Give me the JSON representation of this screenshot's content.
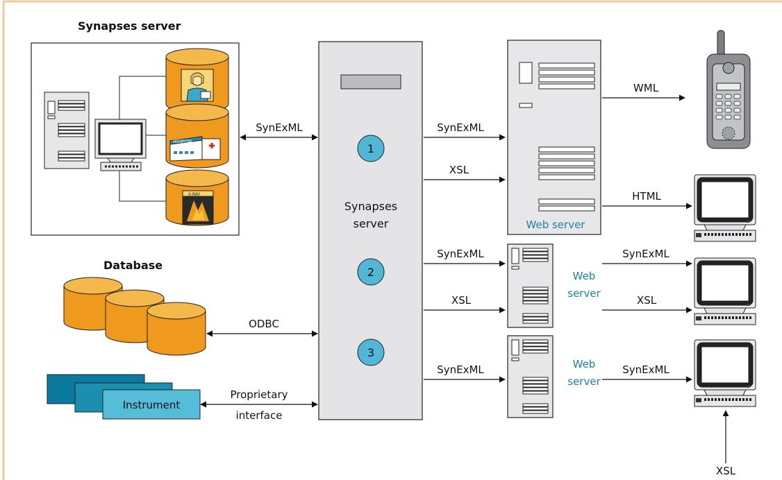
{
  "labels": {
    "synapses_server_title": "Synapses server",
    "database_title": "Database",
    "central_server_line1": "Synapses",
    "central_server_line2": "server",
    "instrument": "Instrument",
    "web_server_1": "Web server",
    "web_server_2_line1": "Web",
    "web_server_2_line2": "server",
    "web_server_3_line1": "Web",
    "web_server_3_line2": "server",
    "step_1": "1",
    "step_2": "2",
    "step_3": "3",
    "hospital": "HOSPITAL",
    "xray": "X-RAY"
  },
  "connections": {
    "synexml_left": "SynExML",
    "odbc": "ODBC",
    "proprietary_line1": "Proprietary",
    "proprietary_line2": "interface",
    "c1_synexml": "SynExML",
    "c1_xsl": "XSL",
    "c2_synexml": "SynExML",
    "c2_xsl": "XSL",
    "c3_synexml": "SynExML",
    "wml": "WML",
    "html": "HTML",
    "out2_synexml": "SynExML",
    "out2_xsl": "XSL",
    "out3_synexml": "SynExML",
    "out3_xsl": "XSL"
  },
  "colors": {
    "border": "#f5c89c",
    "orange": "#ef9a1f",
    "teal": "#2a8fa8",
    "teal_light": "#55bdd8",
    "circle": "#52b7d6",
    "server_gray": "#e4e4e6",
    "phone_gray": "#8d8e92",
    "web_label": "#1c7fa3"
  }
}
